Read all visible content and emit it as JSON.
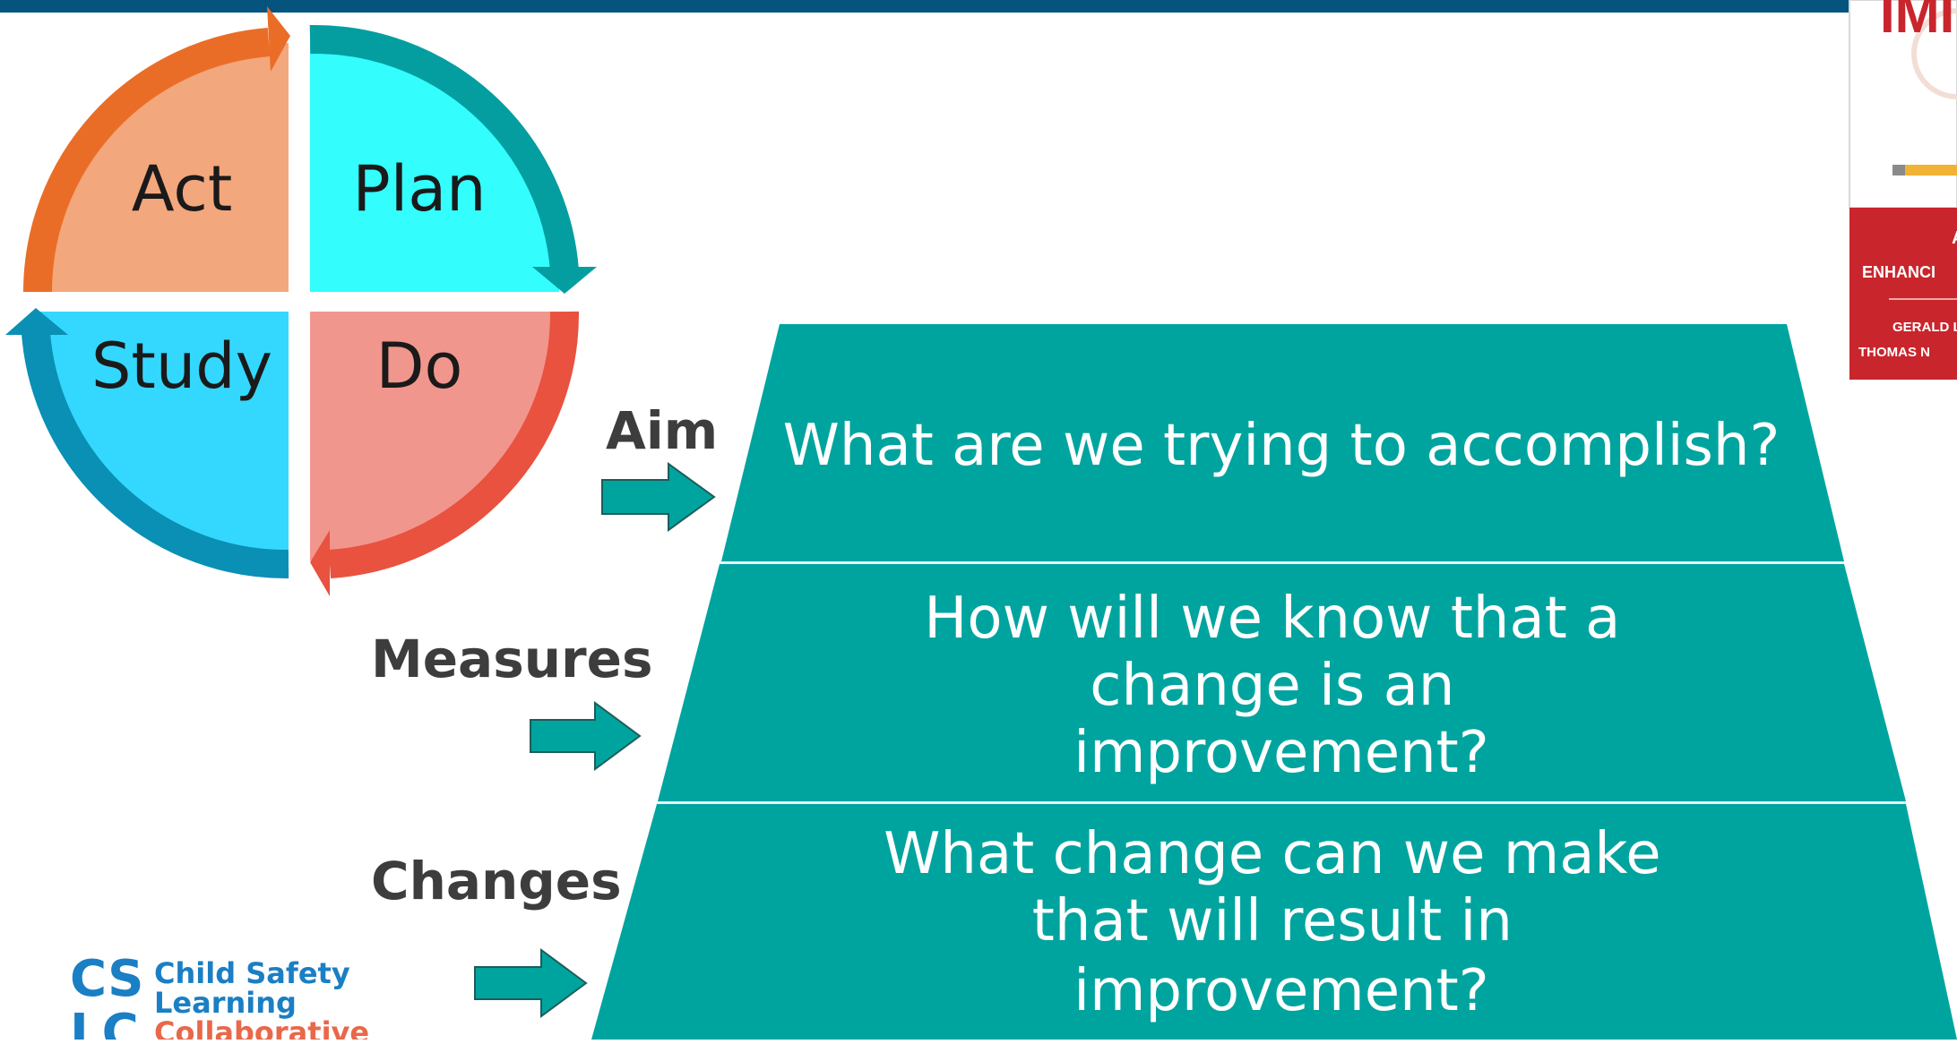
{
  "colors": {
    "header_bar": "#04547e",
    "teal": "#00a49f",
    "plan_fill": "#33fdfd",
    "plan_arrow": "#049ea0",
    "do_fill": "#f1968d",
    "do_arrow": "#e8523f",
    "study_fill": "#34d8fe",
    "study_arrow": "#0a8fb5",
    "act_fill": "#f3a77c",
    "act_arrow": "#ea6d27",
    "logo_blue": "#1a7fc4",
    "logo_orange": "#e8684a",
    "book_red": "#c9252c"
  },
  "pdsa": {
    "act": "Act",
    "plan": "Plan",
    "study": "Study",
    "do": "Do"
  },
  "model": {
    "steps": [
      {
        "label": "Aim",
        "question": [
          "What are we trying to accomplish?"
        ]
      },
      {
        "label": "Measures",
        "question": [
          "How will we know that a",
          "change is an",
          "improvement?"
        ]
      },
      {
        "label": "Changes",
        "question": [
          "What change can we make",
          "that will result in",
          "improvement?"
        ]
      }
    ]
  },
  "logo": {
    "letters_top": "CS",
    "letters_bottom": "LC",
    "line1": "Child Safety",
    "line2": "Learning",
    "line3": "Collaborative"
  },
  "book": {
    "title_fragment": "IMI",
    "subtitle_fragment_1": "A",
    "subtitle_fragment_2": "ENHANCI",
    "author_fragment_1": "GERALD L",
    "author_fragment_2": "THOMAS N"
  }
}
